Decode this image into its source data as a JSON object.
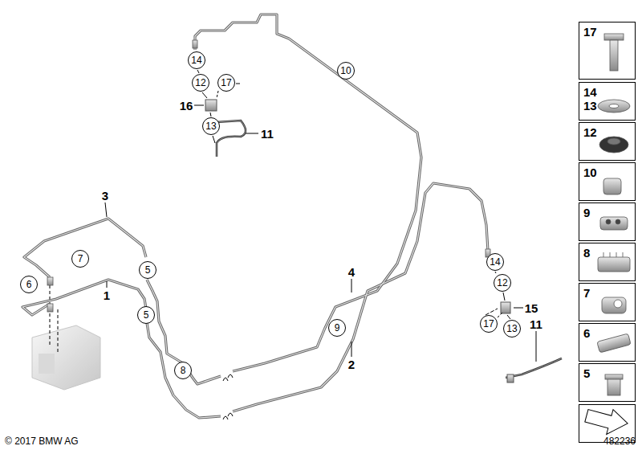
{
  "diagram": {
    "nodes": [
      {
        "text": [
          "14"
        ]
      },
      {
        "text": [
          "12"
        ]
      },
      {
        "text": [
          "17"
        ]
      },
      {
        "text": [
          "13"
        ]
      },
      {
        "text": [
          "10"
        ]
      },
      {
        "text": [
          "7"
        ]
      },
      {
        "text": [
          "6"
        ]
      },
      {
        "text": [
          "5"
        ]
      },
      {
        "text": [
          "5"
        ]
      },
      {
        "text": [
          "8"
        ]
      },
      {
        "text": [
          "9"
        ]
      },
      {
        "text": [
          "14"
        ]
      },
      {
        "text": [
          "12"
        ]
      },
      {
        "text": [
          "17"
        ]
      },
      {
        "text": [
          "13"
        ]
      },
      {
        "text": [
          "17"
        ]
      },
      {
        "text": [
          "14",
          "13"
        ]
      },
      {
        "text": [
          "12"
        ]
      },
      {
        "text": [
          "10"
        ]
      },
      {
        "text": [
          "9"
        ]
      },
      {
        "text": [
          "8"
        ]
      },
      {
        "text": [
          "7"
        ]
      },
      {
        "text": [
          "6"
        ]
      },
      {
        "text": [
          "5"
        ]
      }
    ],
    "labels": [
      "16",
      "11",
      "3",
      "1",
      "4",
      "2",
      "15",
      "11",
      "© 2017 BMW AG",
      "482236"
    ]
  }
}
